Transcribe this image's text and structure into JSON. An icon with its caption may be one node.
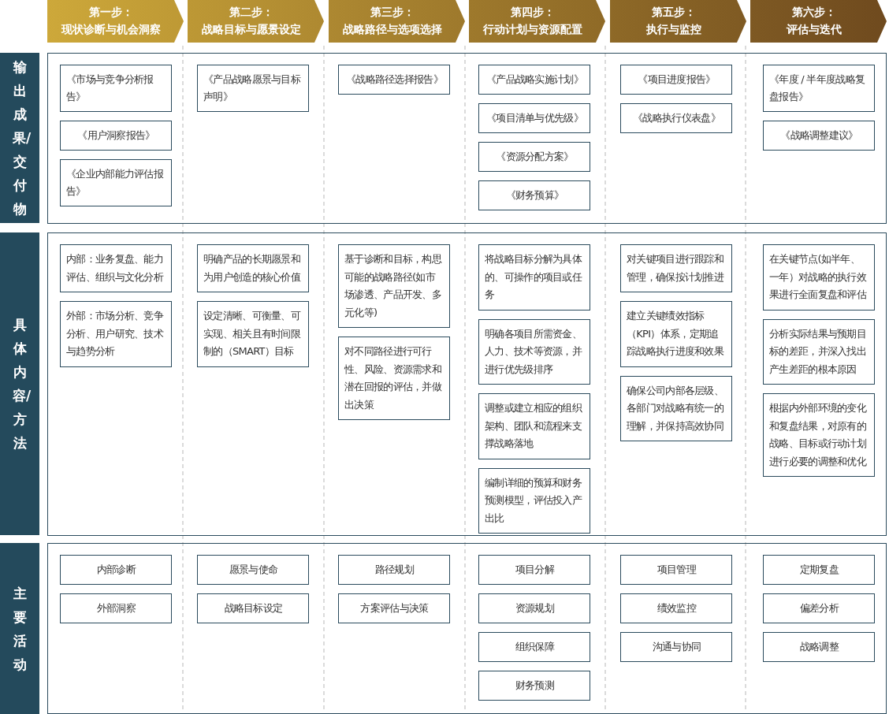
{
  "diagram": {
    "nodes": [
      {
        "text": [
          "第一步：",
          "现状诊断与机会洞察"
        ]
      },
      {
        "text": [
          "第二步：",
          "战略目标与愿景设定"
        ]
      },
      {
        "text": [
          "第三步：",
          "战略路径与选项选择"
        ]
      },
      {
        "text": [
          "第四步：",
          "行动计划与资源配置"
        ]
      },
      {
        "text": [
          "第五步：",
          "执行与监控"
        ]
      },
      {
        "text": [
          "第六步：",
          "评估与迭代"
        ]
      },
      {
        "text": [
          "输出成果/交付物"
        ]
      },
      {
        "text": [],
        "shape": "box"
      },
      {
        "text": [
          "《市场与竞争分析报告》"
        ],
        "in": 7
      },
      {
        "text": [
          "《用户洞察报告》"
        ],
        "in": 7
      },
      {
        "text": [
          "《企业内部能力评估报告》"
        ],
        "in": 7
      },
      {
        "text": [
          "《产品战略愿景与目标声明》"
        ],
        "in": 7
      },
      {
        "text": [
          "《战略路径选择报告》"
        ],
        "in": 7
      },
      {
        "text": [
          "《产品战略实施计划》"
        ],
        "in": 7
      },
      {
        "text": [
          "《项目清单与优先级》"
        ],
        "in": 7
      },
      {
        "text": [
          "《资源分配方案》"
        ],
        "in": 7
      },
      {
        "text": [
          "《财务预算》"
        ],
        "in": 7
      },
      {
        "text": [
          "《项目进度报告》"
        ],
        "in": 7
      },
      {
        "text": [
          "《战略执行仪表盘》"
        ],
        "in": 7
      },
      {
        "text": [
          "《年度 / 半年度战略复盘报告》"
        ],
        "in": 7
      },
      {
        "text": [
          "《战略调整建议》"
        ],
        "in": 7
      },
      {
        "text": [
          "具体内容/方法"
        ]
      },
      {
        "text": [],
        "shape": "box"
      },
      {
        "text": [
          "内部：业务复盘、能力评估、组织与文化分析"
        ],
        "in": 22
      },
      {
        "text": [
          "外部：市场分析、竞争分析、用户研究、技术与趋势分析"
        ],
        "in": 22
      },
      {
        "text": [
          "明确产品的长期愿景和为用户创造的核心价值"
        ],
        "in": 22
      },
      {
        "text": [
          "设定清晰、可衡量、可实现、相关且有时间限制的（SMART）目标"
        ],
        "in": 22
      },
      {
        "text": [
          "基于诊断和目标，构思可能的战略路径(如市场渗透、产品开发、多元化等)"
        ],
        "in": 22
      },
      {
        "text": [
          "对不同路径进行可行性、风险、资源需求和潜在回报的评估，并做出决策"
        ],
        "in": 22
      },
      {
        "text": [
          "将战略目标分解为具体的、可操作的项目或任务"
        ],
        "in": 22
      },
      {
        "text": [
          "明确各项目所需资金、人力、技术等资源，并进行优先级排序"
        ],
        "in": 22
      },
      {
        "text": [
          "调整或建立相应的组织架构、团队和流程来支撑战略落地"
        ],
        "in": 22
      },
      {
        "text": [
          "编制详细的预算和财务预测模型，评估投入产出比"
        ],
        "in": 22
      },
      {
        "text": [
          "对关键项目进行跟踪和管理，确保按计划推进"
        ],
        "in": 22
      },
      {
        "text": [
          "建立关键绩效指标（KPI）体系，定期追踪战略执行进度和效果"
        ],
        "in": 22
      },
      {
        "text": [
          "确保公司内部各层级、各部门对战略有统一的理解，并保持高效协同"
        ],
        "in": 22
      },
      {
        "text": [
          "在关键节点(如半年、一年）对战略的执行效果进行全面复盘和评估"
        ],
        "in": 22
      },
      {
        "text": [
          "分析实际结果与预期目标的差距，并深入找出产生差距的根本原因"
        ],
        "in": 22
      },
      {
        "text": [
          "根据内外部环境的变化和复盘结果，对原有的战略、目标或行动计划进行必要的调整和优化"
        ],
        "in": 22
      },
      {
        "text": [
          "主要活动"
        ]
      },
      {
        "text": [],
        "shape": "box"
      },
      {
        "text": [
          "内部诊断"
        ],
        "in": 40
      },
      {
        "text": [
          "外部洞察"
        ],
        "in": 40
      },
      {
        "text": [
          "愿景与使命"
        ],
        "in": 40
      },
      {
        "text": [
          "战略目标设定"
        ],
        "in": 40
      },
      {
        "text": [
          "路径规划"
        ],
        "in": 40
      },
      {
        "text": [
          "方案评估与决策"
        ],
        "in": 40
      },
      {
        "text": [
          "项目分解"
        ],
        "in": 40
      },
      {
        "text": [
          "资源规划"
        ],
        "in": 40
      },
      {
        "text": [
          "组织保障"
        ],
        "in": 40
      },
      {
        "text": [
          "财务预测"
        ],
        "in": 40
      },
      {
        "text": [
          "项目管理"
        ],
        "in": 40
      },
      {
        "text": [
          "绩效监控"
        ],
        "in": 40
      },
      {
        "text": [
          "沟通与协同"
        ],
        "in": 40
      },
      {
        "text": [
          "定期复盘"
        ],
        "in": 40
      },
      {
        "text": [
          "偏差分析"
        ],
        "in": 40
      },
      {
        "text": [
          "战略调整"
        ],
        "in": 40
      }
    ]
  }
}
